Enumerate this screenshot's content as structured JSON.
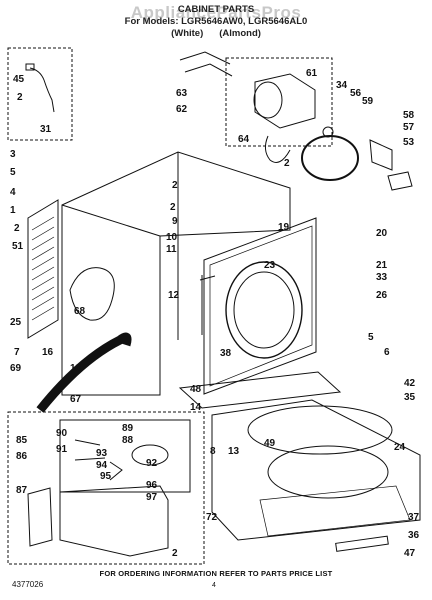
{
  "header": {
    "watermark": "AppliancePartsPros",
    "line1": "CABINET PARTS",
    "line2": "For Models: LGR5646AW0, LGR5646AL0",
    "line3a": "(White)",
    "line3b": "(Almond)"
  },
  "callouts": [
    "45",
    "2",
    "31",
    "3",
    "5",
    "4",
    "1",
    "2",
    "51",
    "63",
    "62",
    "61",
    "64",
    "2",
    "34",
    "56",
    "59",
    "58",
    "57",
    "53",
    "2",
    "9",
    "10",
    "11",
    "2",
    "19",
    "20",
    "21",
    "33",
    "26",
    "23",
    "12",
    "68",
    "25",
    "7",
    "16",
    "69",
    "18",
    "67",
    "6",
    "5",
    "38",
    "48",
    "14",
    "49",
    "42",
    "35",
    "24",
    "8",
    "13",
    "90",
    "89",
    "88",
    "85",
    "86",
    "87",
    "91",
    "93",
    "94",
    "95",
    "92",
    "96",
    "97",
    "72",
    "2",
    "37",
    "36",
    "47"
  ],
  "colors": {
    "ink": "#111111",
    "watermark": "#c8c8c8",
    "background": "#ffffff"
  },
  "footer": "FOR ORDERING INFORMATION REFER TO PARTS PRICE LIST",
  "doc_number": "4377026",
  "page_number": "4"
}
